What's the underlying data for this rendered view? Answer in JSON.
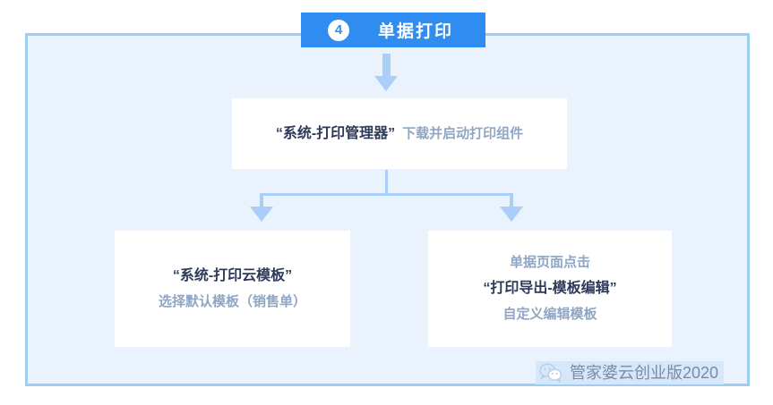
{
  "header": {
    "step_number": "4",
    "title": "单据打印",
    "accent_color": "#2f8cf0"
  },
  "panel": {
    "background_color": "#e9f2fd",
    "border_color": "#9dcdef"
  },
  "connectors": {
    "color": "#a9cef8"
  },
  "cards": [
    {
      "id": "print-manager",
      "lines": [
        {
          "text": "“系统-打印管理器”",
          "emphasis": "strong"
        },
        {
          "text": "下载并启动打印组件",
          "emphasis": "soft"
        }
      ]
    },
    {
      "id": "cloud-template",
      "lines": [
        {
          "text": "“系统-打印云模板”",
          "emphasis": "strong"
        },
        {
          "text": "选择默认模板（销售单）",
          "emphasis": "soft"
        }
      ]
    },
    {
      "id": "template-edit",
      "lines": [
        {
          "text": "单据页面点击",
          "emphasis": "soft"
        },
        {
          "text": "“打印导出-模板编辑”",
          "emphasis": "strong"
        },
        {
          "text": "自定义编辑模板",
          "emphasis": "soft"
        }
      ]
    }
  ],
  "footer": {
    "icon": "wechat-icon",
    "label": "管家婆云创业版2020",
    "text_color": "#7b8ba6",
    "background_color": "#d7e7fa"
  }
}
